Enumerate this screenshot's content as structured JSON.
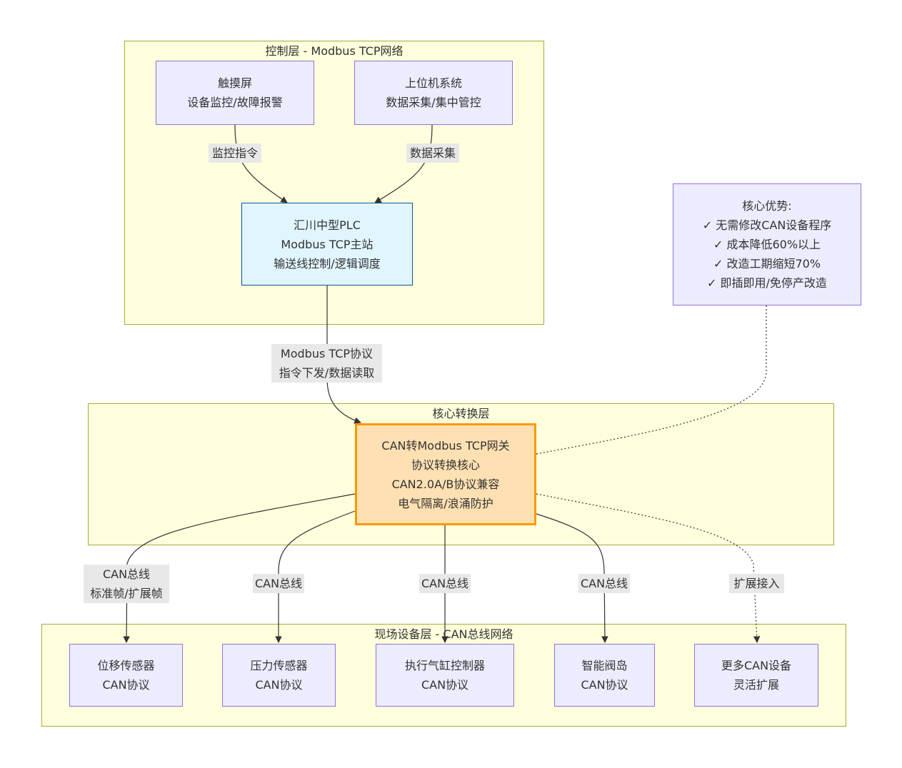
{
  "layers": {
    "control": "控制层 - Modbus TCP网络",
    "core": "核心转换层",
    "field": "现场设备层 - CAN总线网络"
  },
  "nodes": {
    "touchscreen": [
      "触摸屏",
      "设备监控/故障报警"
    ],
    "host": [
      "上位机系统",
      "数据采集/集中管控"
    ],
    "plc": [
      "汇川中型PLC",
      "Modbus TCP主站",
      "输送线控制/逻辑调度"
    ],
    "gateway": [
      "CAN转Modbus TCP网关",
      "协议转换核心",
      "CAN2.0A/B协议兼容",
      "电气隔离/浪涌防护"
    ],
    "advantages": [
      "核心优势:",
      "✓ 无需修改CAN设备程序",
      "✓ 成本降低60%以上",
      "✓ 改造工期缩短70%",
      "✓ 即插即用/免停产改造"
    ],
    "displacement": [
      "位移传感器",
      "CAN协议"
    ],
    "pressure": [
      "压力传感器",
      "CAN协议"
    ],
    "cylinder": [
      "执行气缸控制器",
      "CAN协议"
    ],
    "valve": [
      "智能阀岛",
      "CAN协议"
    ],
    "more": [
      "更多CAN设备",
      "灵活扩展"
    ]
  },
  "edges": {
    "monitor_cmd": "监控指令",
    "data_collect": "数据采集",
    "modbus": [
      "Modbus TCP协议",
      "指令下发/数据读取"
    ],
    "can_std_ext": [
      "CAN总线",
      "标准帧/扩展帧"
    ],
    "can_bus": "CAN总线",
    "extend": "扩展接入"
  },
  "colors": {
    "layer_fill": "#ffffde",
    "layer_border": "#aaaa33",
    "node_fill": "#ececff",
    "node_border": "#9370db",
    "plc_fill": "#e1f5fe",
    "plc_border": "#01579b",
    "gateway_fill": "#ffe0b2",
    "gateway_border": "#ff9800",
    "edge": "#333333",
    "label_bg": "#e8e8e8"
  }
}
